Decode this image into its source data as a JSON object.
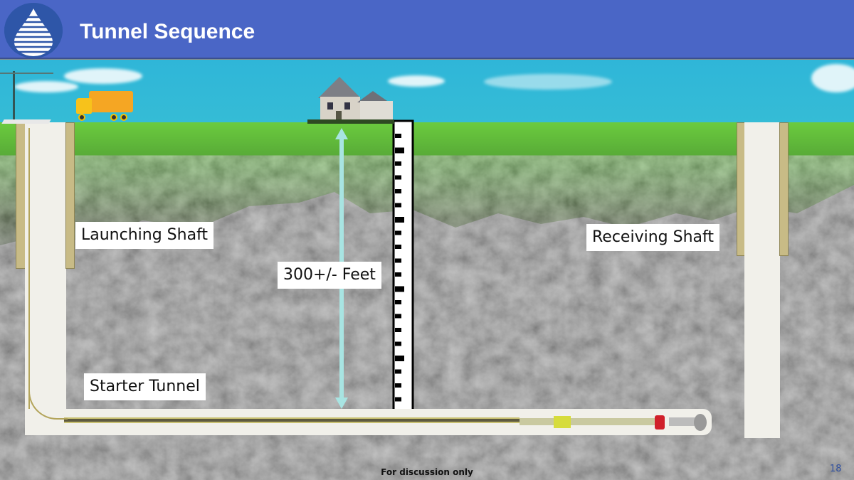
{
  "header": {
    "title": "Tunnel Sequence",
    "logo_icon": "water-drop-logo-icon"
  },
  "labels": {
    "launching_shaft": "Launching Shaft",
    "receiving_shaft": "Receiving Shaft",
    "depth": "300+/- Feet",
    "starter_tunnel": "Starter Tunnel"
  },
  "footer": {
    "note": "For discussion only",
    "page_number": "18"
  },
  "colors": {
    "header": "#4a66c6",
    "sky": "#2fb6d8",
    "grass": "#6bcb3e",
    "arrow": "#a8e4e2",
    "pipe": "#c8bb86"
  }
}
